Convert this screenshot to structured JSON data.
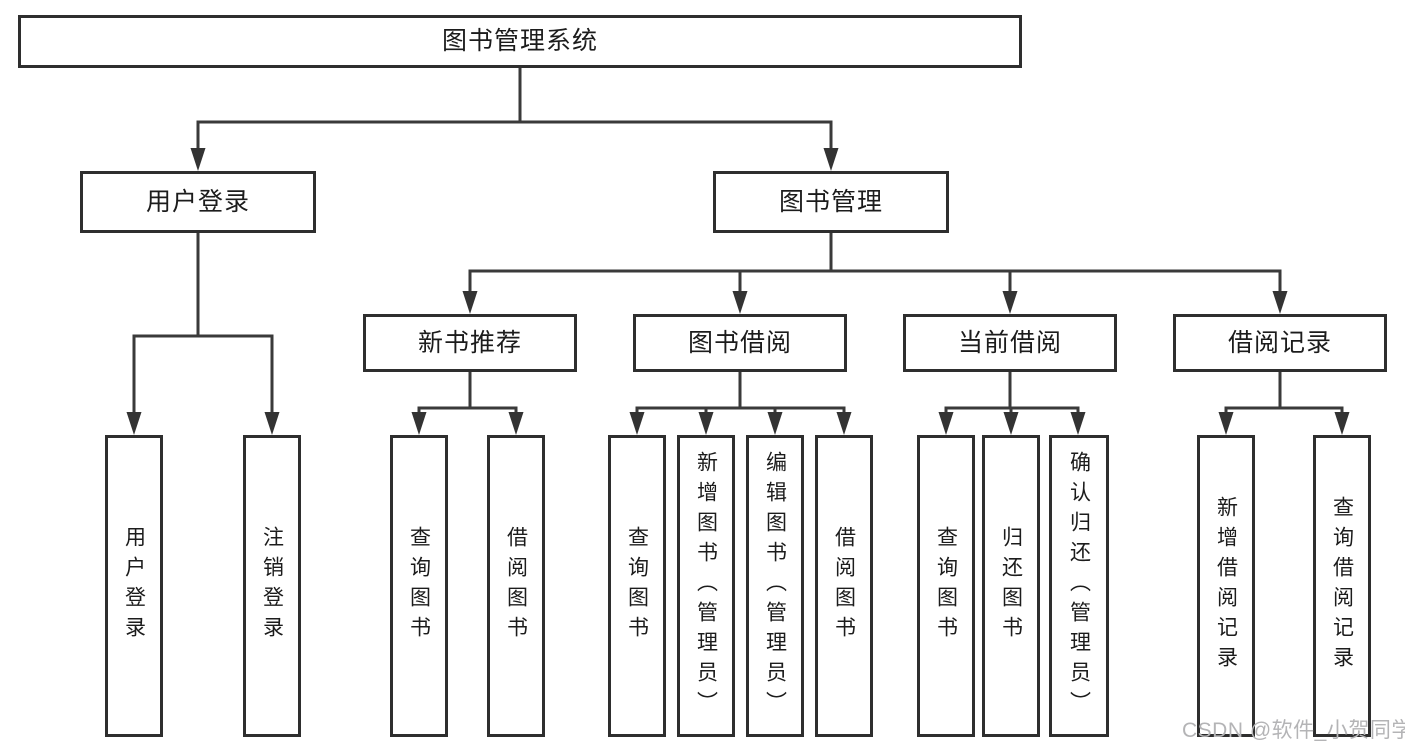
{
  "diagram_type": "hierarchy-tree",
  "colors": {
    "background": "#ffffff",
    "line": "#3a3a3a",
    "box_border": "#2e2e2e",
    "box_fill": "#ffffff",
    "text": "#1c1c1c",
    "watermark": "#b4b4b6"
  },
  "tree": {
    "label": "图书管理系统",
    "children": [
      {
        "label": "用户登录",
        "children": [
          {
            "label": "用户登录"
          },
          {
            "label": "注销登录"
          }
        ]
      },
      {
        "label": "图书管理",
        "children": [
          {
            "label": "新书推荐",
            "children": [
              {
                "label": "查询图书"
              },
              {
                "label": "借阅图书"
              }
            ]
          },
          {
            "label": "图书借阅",
            "children": [
              {
                "label": "查询图书"
              },
              {
                "label": "新增图书（管理员）"
              },
              {
                "label": "编辑图书（管理员）"
              },
              {
                "label": "借阅图书"
              }
            ]
          },
          {
            "label": "当前借阅",
            "children": [
              {
                "label": "查询图书"
              },
              {
                "label": "归还图书"
              },
              {
                "label": "确认归还（管理员）"
              }
            ]
          },
          {
            "label": "借阅记录",
            "children": [
              {
                "label": "新增借阅记录"
              },
              {
                "label": "查询借阅记录"
              }
            ]
          }
        ]
      }
    ]
  },
  "watermark": {
    "text": "CSDN @软件_小贺同学"
  }
}
